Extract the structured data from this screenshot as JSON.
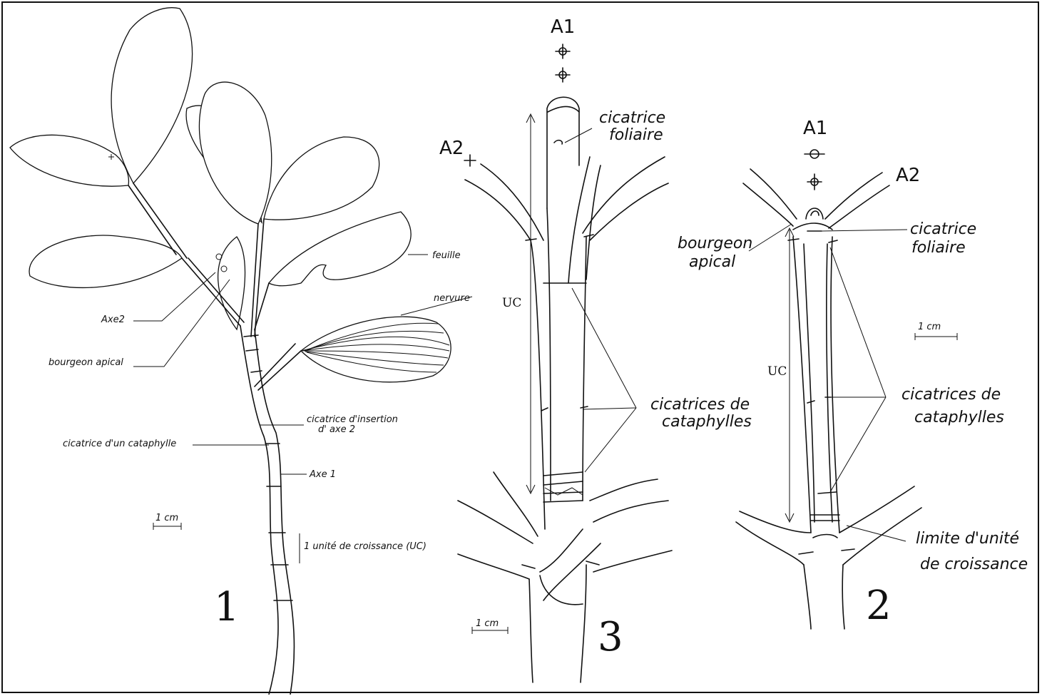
{
  "panel1": {
    "number": "1",
    "labels": {
      "feuille": "feuille",
      "nervure": "nervure",
      "axe2": "Axe2",
      "bourgeon_apical": "bourgeon apical",
      "cicatrice_insertion_1": "cicatrice d'insertion",
      "cicatrice_insertion_2": "d' axe 2",
      "cicatrice_cataphylle": "cicatrice d'un cataphylle",
      "axe1": "Axe 1",
      "uc": "1 unité de croissance (UC)",
      "scale": "1 cm"
    }
  },
  "panel3": {
    "number": "3",
    "labels": {
      "a1": "A1",
      "a2": "A2",
      "cicatrice_foliaire_1": "cicatrice",
      "cicatrice_foliaire_2": "foliaire",
      "uc": "UC",
      "cataphylles_1": "cicatrices de",
      "cataphylles_2": "cataphylles",
      "scale": "1 cm"
    }
  },
  "panel2": {
    "number": "2",
    "labels": {
      "a1": "A1",
      "a2": "A2",
      "bourgeon_1": "bourgeon",
      "bourgeon_2": "apical",
      "cicatrice_foliaire_1": "cicatrice",
      "cicatrice_foliaire_2": "foliaire",
      "scale": "1 cm",
      "uc": "UC",
      "cataphylles_1": "cicatrices de",
      "cataphylles_2": "cataphylles",
      "limite_1": "limite d'unité",
      "limite_2": "de croissance"
    }
  }
}
